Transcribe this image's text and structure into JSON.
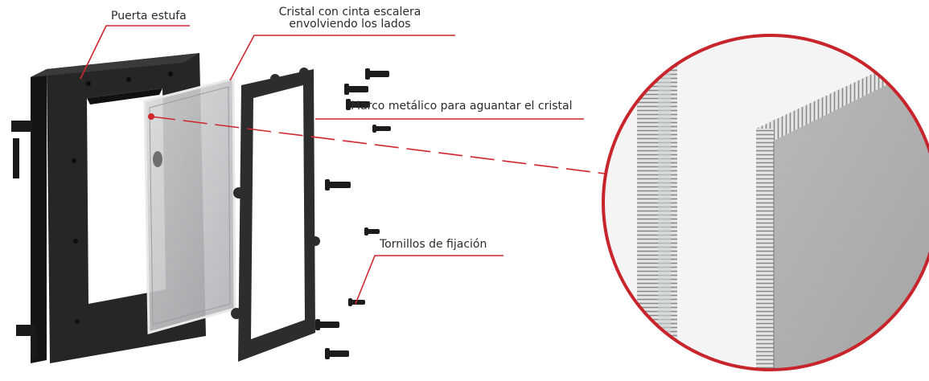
{
  "callouts": {
    "door": "Puerta estufa",
    "glass_line1": "Cristal con cinta escalera",
    "glass_line2": "envolviendo los lados",
    "frame": "Marco metálico para aguantar el cristal",
    "screws": "Tornillos de fijación"
  },
  "colors": {
    "leader": "#d1262d",
    "door": "#262626",
    "frame": "#2d2d2d",
    "glass": "#c4c6c8",
    "zoom_border": "#c8242c"
  },
  "icons": {
    "door": "stove-door-illustration",
    "glass": "glass-panel-illustration",
    "frame": "metal-frame-illustration",
    "screws": "screw-illustration",
    "zoom": "magnified-glass-edge-illustration"
  }
}
